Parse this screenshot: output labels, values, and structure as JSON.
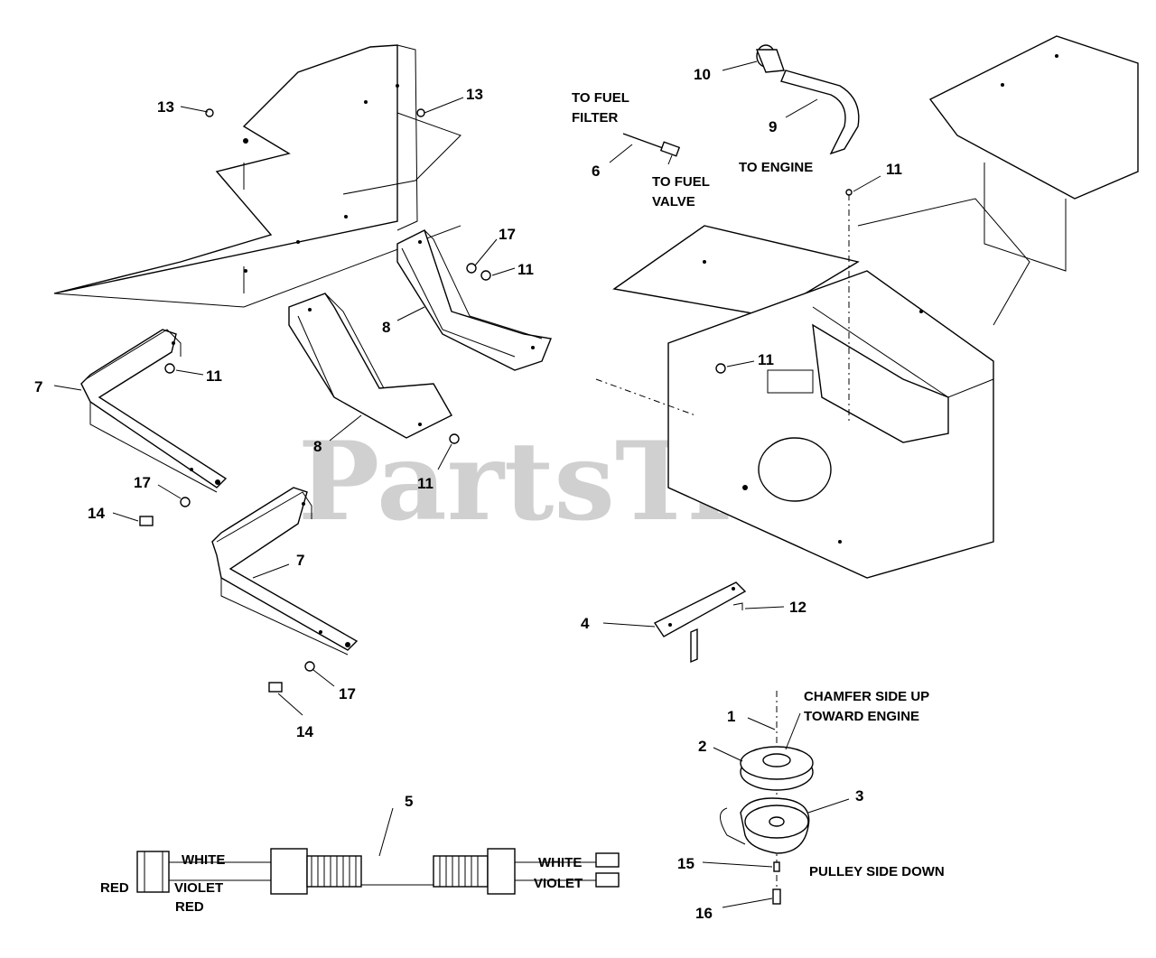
{
  "watermark": "PartsTree",
  "callouts": {
    "c1": "1",
    "c2": "2",
    "c3": "3",
    "c4": "4",
    "c5": "5",
    "c6": "6",
    "c7a": "7",
    "c7b": "7",
    "c8a": "8",
    "c8b": "8",
    "c9": "9",
    "c10": "10",
    "c11a": "11",
    "c11b": "11",
    "c11c": "11",
    "c11d": "11",
    "c11e": "11",
    "c12": "12",
    "c13a": "13",
    "c13b": "13",
    "c14a": "14",
    "c14b": "14",
    "c15": "15",
    "c16": "16",
    "c17a": "17",
    "c17b": "17",
    "c17c": "17"
  },
  "notes": {
    "to_fuel_filter_1": "TO FUEL",
    "to_fuel_filter_2": "FILTER",
    "to_fuel_valve_1": "TO FUEL",
    "to_fuel_valve_2": "VALVE",
    "to_engine": "TO ENGINE",
    "chamfer_1": "CHAMFER SIDE UP",
    "chamfer_2": "TOWARD ENGINE",
    "pulley_side": "PULLEY SIDE DOWN"
  },
  "wires": {
    "left_white": "WHITE",
    "left_violet": "VIOLET",
    "left_red_side": "RED",
    "left_red_bottom": "RED",
    "right_white": "WHITE",
    "right_violet": "VIOLET"
  }
}
